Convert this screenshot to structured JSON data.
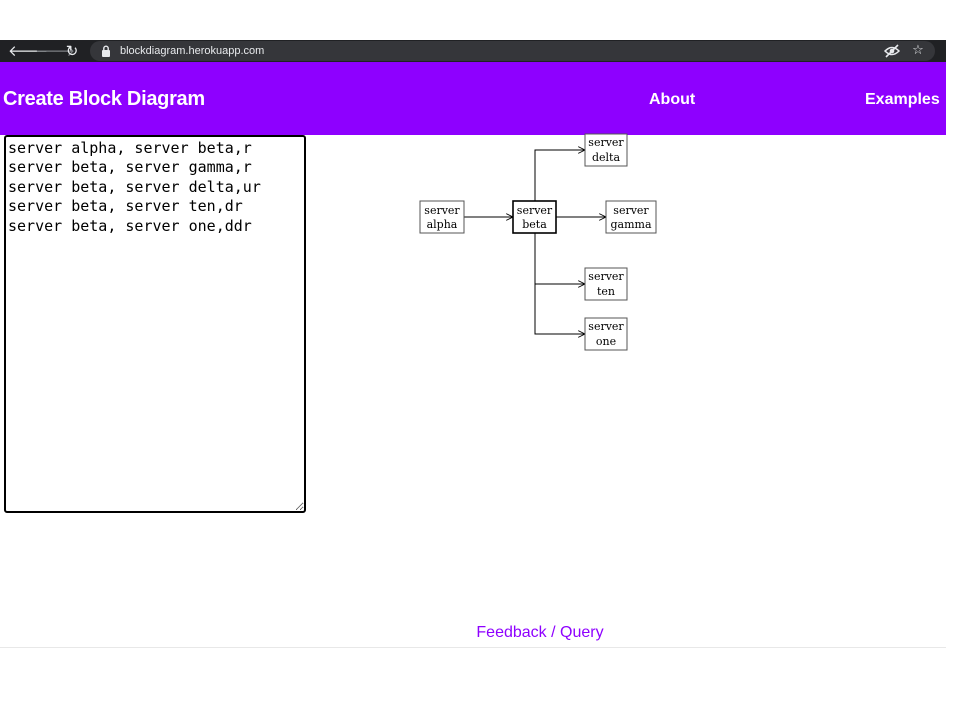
{
  "browser": {
    "url": "blockdiagram.herokuapp.com",
    "back_glyph": "🡐",
    "forward_glyph": "🡒",
    "reload_glyph": "↻",
    "eye_off_glyph": "◎",
    "star_glyph": "☆",
    "icons": [
      "back-arrow-icon",
      "forward-arrow-icon",
      "reload-icon",
      "lock-icon",
      "eye-off-icon",
      "star-icon"
    ]
  },
  "header": {
    "brand": "Create Block Diagram",
    "nav": [
      {
        "label": "About"
      },
      {
        "label": "Examples"
      }
    ],
    "background": "#8e00ff"
  },
  "editor": {
    "text": "server alpha, server beta,r\nserver beta, server gamma,r\nserver beta, server delta,ur\nserver beta, server ten,dr\nserver beta, server one,ddr"
  },
  "diagram": {
    "nodes": [
      {
        "id": "alpha",
        "line1": "server",
        "line2": "alpha",
        "emphasis": false
      },
      {
        "id": "beta",
        "line1": "server",
        "line2": "beta",
        "emphasis": true
      },
      {
        "id": "gamma",
        "line1": "server",
        "line2": "gamma",
        "emphasis": false
      },
      {
        "id": "delta",
        "line1": "server",
        "line2": "delta",
        "emphasis": false
      },
      {
        "id": "ten",
        "line1": "server",
        "line2": "ten",
        "emphasis": false
      },
      {
        "id": "one",
        "line1": "server",
        "line2": "one",
        "emphasis": false
      }
    ],
    "edges": [
      {
        "from": "alpha",
        "to": "beta",
        "direction": "r"
      },
      {
        "from": "beta",
        "to": "gamma",
        "direction": "r"
      },
      {
        "from": "beta",
        "to": "delta",
        "direction": "ur"
      },
      {
        "from": "beta",
        "to": "ten",
        "direction": "dr"
      },
      {
        "from": "beta",
        "to": "one",
        "direction": "ddr"
      }
    ]
  },
  "footer": {
    "feedback": "Feedback",
    "separator": " / ",
    "query": "Query",
    "link_color": "#8e00ff"
  }
}
